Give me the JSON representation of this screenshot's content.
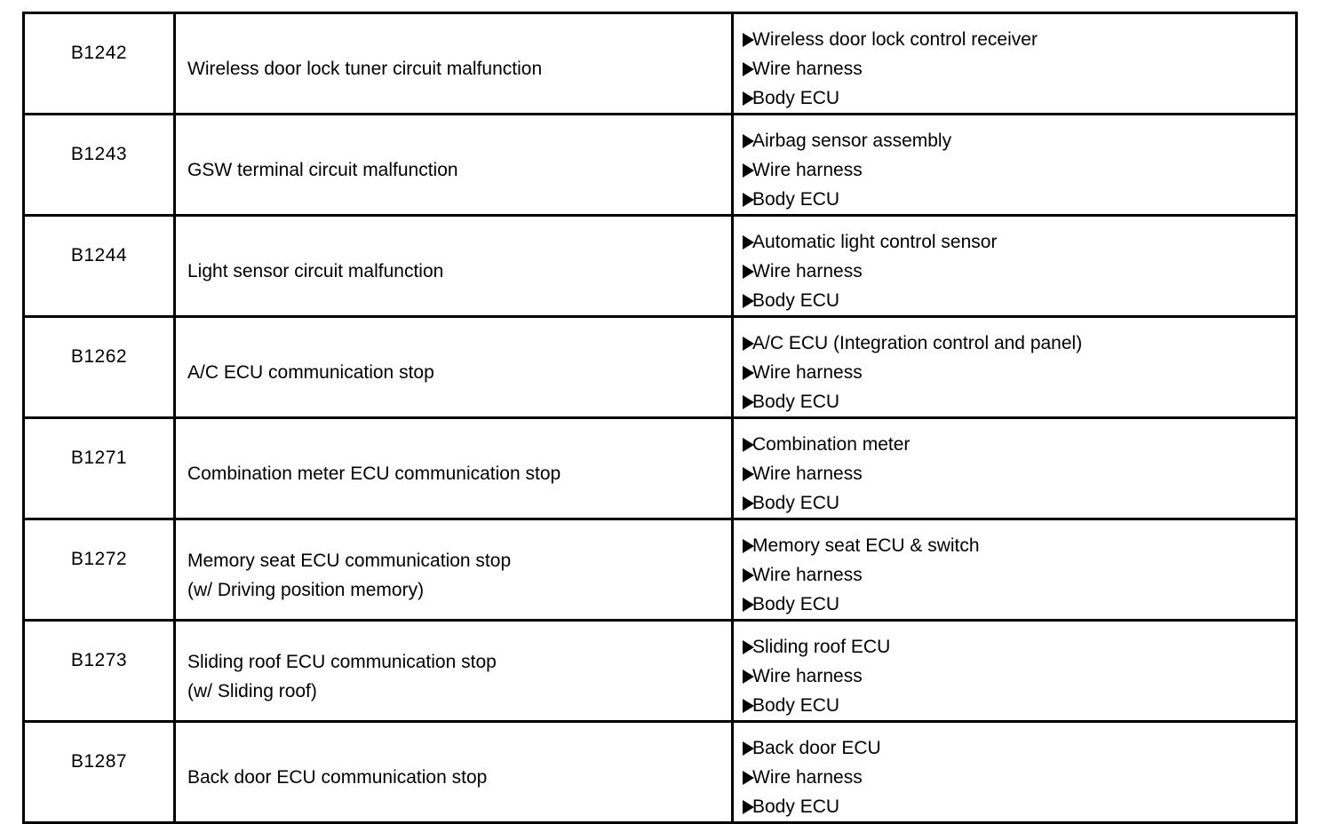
{
  "table": {
    "bullet_icon": "right-triangle",
    "colors": {
      "border": "#000000",
      "text": "#000000",
      "background": "#ffffff"
    },
    "rows": [
      {
        "code": "B1242",
        "description": [
          "Wireless door lock tuner circuit malfunction"
        ],
        "causes": [
          "Wireless door lock control receiver",
          "Wire harness",
          "Body ECU"
        ]
      },
      {
        "code": "B1243",
        "description": [
          "GSW terminal circuit malfunction"
        ],
        "causes": [
          "Airbag sensor assembly",
          "Wire harness",
          "Body ECU"
        ]
      },
      {
        "code": "B1244",
        "description": [
          "Light sensor circuit malfunction"
        ],
        "causes": [
          "Automatic light control sensor",
          "Wire harness",
          "Body ECU"
        ]
      },
      {
        "code": "B1262",
        "description": [
          "A/C ECU communication stop"
        ],
        "causes": [
          "A/C ECU (Integration control and panel)",
          "Wire harness",
          "Body ECU"
        ]
      },
      {
        "code": "B1271",
        "description": [
          "Combination meter ECU communication stop"
        ],
        "causes": [
          "Combination meter",
          "Wire harness",
          "Body ECU"
        ]
      },
      {
        "code": "B1272",
        "description": [
          "Memory seat ECU communication stop",
          "(w/ Driving position memory)"
        ],
        "causes": [
          "Memory seat ECU & switch",
          "Wire harness",
          "Body ECU"
        ]
      },
      {
        "code": "B1273",
        "description": [
          "Sliding roof ECU communication stop",
          "(w/ Sliding roof)"
        ],
        "causes": [
          "Sliding roof ECU",
          "Wire harness",
          "Body ECU"
        ]
      },
      {
        "code": "B1287",
        "description": [
          "Back door ECU communication stop"
        ],
        "causes": [
          "Back door ECU",
          "Wire harness",
          "Body ECU"
        ]
      }
    ]
  }
}
